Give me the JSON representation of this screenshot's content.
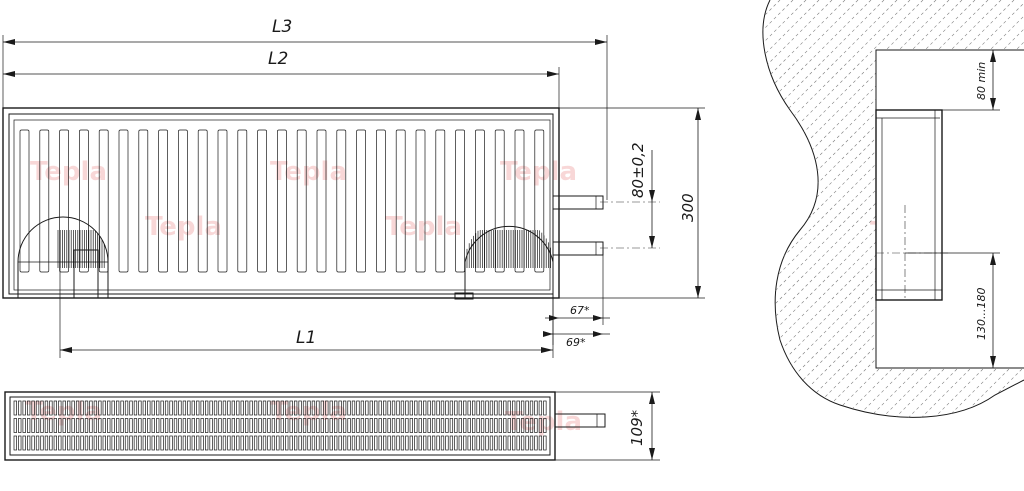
{
  "dimensions": {
    "l3": "L3",
    "l2": "L2",
    "l1": "L1",
    "height": "300",
    "pipe_spacing": "80±0,2",
    "offset_67": "67*",
    "offset_69": "69*",
    "depth": "109*",
    "top_gap": "80 min",
    "bottom_gap": "130...180"
  },
  "watermark": "Tepla"
}
